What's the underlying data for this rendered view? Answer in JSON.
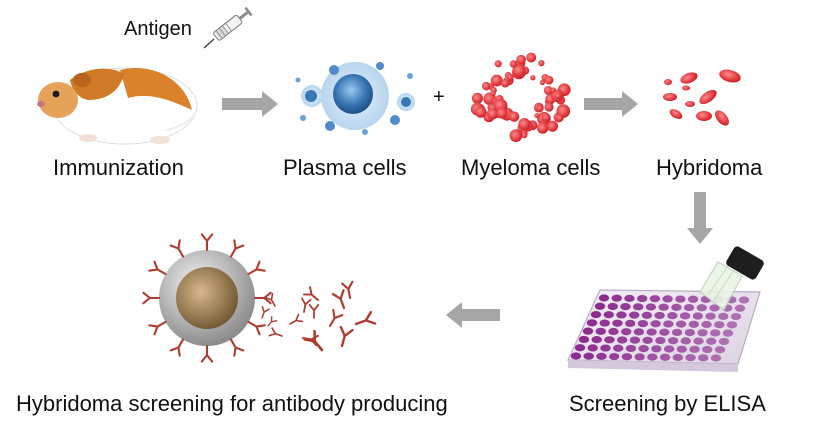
{
  "labels": {
    "antigen": "Antigen",
    "plus": "+",
    "immunization": "Immunization",
    "plasma_cells": "Plasma cells",
    "myeloma_cells": "Myeloma cells",
    "hybridoma": "Hybridoma",
    "screening_elisa": "Screening by ELISA",
    "hybridoma_screening": "Hybridoma screening for antibody producing"
  },
  "colors": {
    "arrow": "#a6a6a6",
    "plasma": "#3a78b5",
    "myeloma": "#e6393b",
    "antibody": "#b03a2e",
    "hybridoma_core": "#a3845a",
    "elisa_well": "#8b2c8f"
  }
}
